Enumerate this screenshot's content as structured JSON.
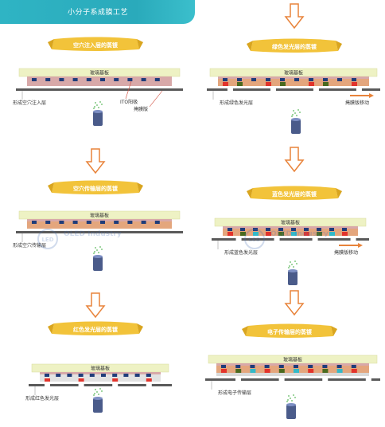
{
  "title": "小分子系成膜工艺",
  "glass_label": "玻璃基板",
  "watermark": "OLED Industry",
  "steps": [
    {
      "banner": "空穴注入层的蒸镀",
      "layer_label": "形成空穴注入层",
      "extra_labels": [
        "ITO阳极",
        "掩膜版"
      ],
      "pixels": [
        "#1f3c7a",
        "#1f3c7a",
        "#1f3c7a",
        "#1f3c7a",
        "#1f3c7a",
        "#1f3c7a",
        "#1f3c7a",
        "#1f3c7a",
        "#1f3c7a",
        "#1f3c7a"
      ],
      "colors": {
        "accent": "#f2c33a",
        "glass": "#eef2c4",
        "layer": "#d8a9a9",
        "source": "#4a5b8a"
      }
    },
    {
      "banner": "空穴传输层的蒸镀",
      "layer_label": "形成空穴传输层",
      "pixels": [
        "#1f3c7a",
        "#1f3c7a",
        "#1f3c7a",
        "#1f3c7a",
        "#1f3c7a",
        "#1f3c7a",
        "#1f3c7a",
        "#1f3c7a",
        "#1f3c7a",
        "#1f3c7a"
      ],
      "colors": {
        "accent": "#f2c33a",
        "glass": "#eef2c4",
        "layer": "#e4a67d",
        "source": "#4a5b8a"
      }
    },
    {
      "banner": "红色发光层的蒸镀",
      "layer_label": "形成红色发光层",
      "pixels": [
        "#1f3c7a",
        "#1f3c7a",
        "#1f3c7a",
        "#1f3c7a",
        "#1f3c7a",
        "#1f3c7a",
        "#1f3c7a",
        "#1f3c7a",
        "#1f3c7a",
        "#1f3c7a"
      ],
      "colors": {
        "accent": "#f2c33a",
        "glass": "#eef2c4",
        "layer": "#e2e2e2",
        "emit": "#e2332b",
        "source": "#4a5b8a"
      }
    },
    {
      "banner": "绿色发光层的蒸镀",
      "layer_label": "形成绿色发光层",
      "extra_labels": [
        "掩膜版移动"
      ],
      "pixels": [
        "#1f3c7a",
        "#1f3c7a",
        "#1f3c7a",
        "#1f3c7a",
        "#1f3c7a",
        "#1f3c7a",
        "#1f3c7a",
        "#1f3c7a",
        "#1f3c7a",
        "#1f3c7a"
      ],
      "colors": {
        "accent": "#f2c33a",
        "glass": "#eef2c4",
        "layer": "#e4a67d",
        "emit": "#e2332b",
        "emit2": "#4a6a1f",
        "source": "#4a5b8a"
      }
    },
    {
      "banner": "蓝色发光层的蒸镀",
      "layer_label": "形成蓝色发光层",
      "extra_labels": [
        "掩膜版移动"
      ],
      "pixels": [
        "#1f3c7a",
        "#1f3c7a",
        "#1f3c7a",
        "#1f3c7a",
        "#1f3c7a",
        "#1f3c7a",
        "#1f3c7a",
        "#1f3c7a",
        "#1f3c7a",
        "#1f3c7a"
      ],
      "colors": {
        "accent": "#f2c33a",
        "glass": "#eef2c4",
        "layer": "#e4a67d",
        "emit": "#e2332b",
        "emit2": "#4a6a1f",
        "emit3": "#33b9c8",
        "source": "#4a5b8a"
      }
    },
    {
      "banner": "电子传输层的蒸镀",
      "layer_label": "形成电子传输层",
      "pixels": [
        "#1f3c7a",
        "#1f3c7a",
        "#1f3c7a",
        "#1f3c7a",
        "#1f3c7a",
        "#1f3c7a",
        "#1f3c7a",
        "#1f3c7a",
        "#1f3c7a",
        "#1f3c7a"
      ],
      "colors": {
        "accent": "#f2c33a",
        "glass": "#eef2c4",
        "layer": "#e4a67d",
        "emit": "#e2332b",
        "emit2": "#4a6a1f",
        "emit3": "#33b9c8",
        "top": "#d9d9d9",
        "source": "#4a5b8a"
      }
    }
  ]
}
